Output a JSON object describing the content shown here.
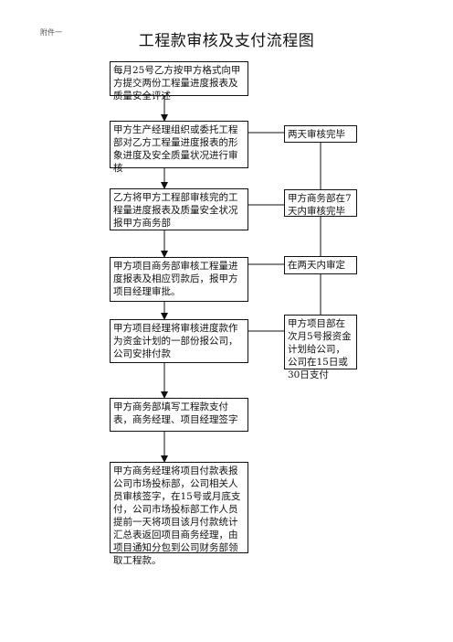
{
  "attachment_label": "附件一",
  "title": "工程款审核及支付流程图",
  "main_steps": [
    "每月25号乙方按甲方格式向甲方提交两份工程量进度报表及质量安全评述",
    "甲方生产经理组织或委托工程部对乙方工程量进度报表的形象进度及安全质量状况进行审核",
    "乙方将甲方工程部审核完的工程量进度报表及质量安全状况报甲方商务部",
    "甲方项目商务部审核工程量进度报表及相应罚款后，报甲方项目经理审批。",
    "甲方项目经理将审核进度款作为资金计划的一部份报公司，公司安排付款",
    "甲方商务部填写工程款支付表，商务经理、项目经理签字",
    "甲方商务经理将项目付款表报公司市场投标部，公司相关人员审核签字，在15号或月底支付，公司市场投标部工作人员提前一天将项目该月付款统计汇总表返回项目商务经理，由项目通知分包到公司财务部领取工程款。"
  ],
  "side_notes": [
    "两天审核完毕",
    "甲方商务部在7天内审核完毕",
    "在两天内审定",
    "甲方项目部在次月5号报资金计划给公司，公司在15日或30日支付"
  ]
}
